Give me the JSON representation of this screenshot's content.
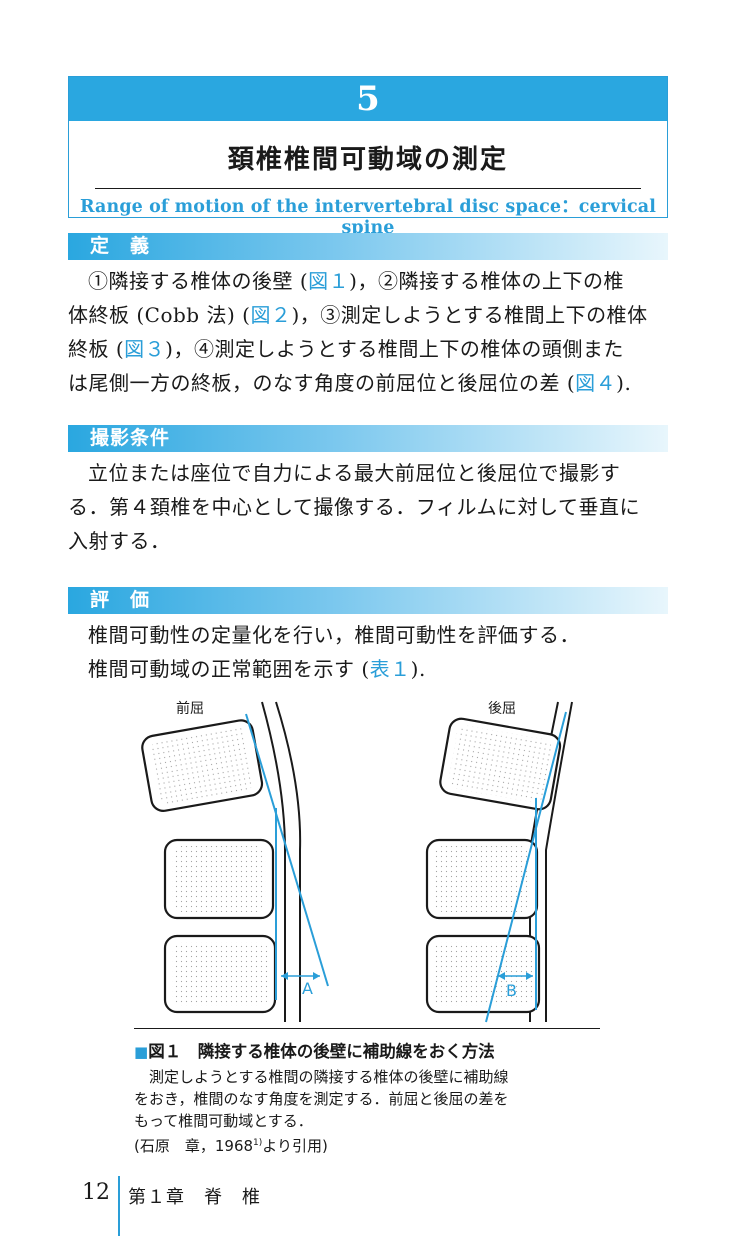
{
  "header": {
    "number": "5",
    "title_jp": "頚椎椎間可動域の測定",
    "title_en": "Range of motion of the intervertebral disc space：cervical spine"
  },
  "sections": {
    "definition": {
      "heading": "定　義",
      "lines": [
        [
          "①隣接する椎体の後壁 (",
          "図１",
          ")，②隣接する椎体の上下の椎"
        ],
        [
          "体終板 (Cobb 法) (",
          "図２",
          ")，③測定しようとする椎間上下の椎体"
        ],
        [
          "終板 (",
          "図３",
          ")，④測定しようとする椎間上下の椎体の頭側また"
        ],
        [
          "は尾側一方の終板，のなす角度の前屈位と後屈位の差 (",
          "図４",
          ")."
        ]
      ]
    },
    "conditions": {
      "heading": "撮影条件",
      "lines": [
        "立位または座位で自力による最大前屈位と後屈位で撮影す",
        "る．第４頚椎を中心として撮像する．フィルムに対して垂直に",
        "入射する．"
      ]
    },
    "evaluation": {
      "heading": "評　価",
      "line1": "椎間可動性の定量化を行い，椎間可動性を評価する．",
      "line2_pre": "椎間可動域の正常範囲を示す (",
      "line2_ref": "表１",
      "line2_post": ")."
    }
  },
  "figure": {
    "left_label": "前屈",
    "right_label": "後屈",
    "angle_a": "A",
    "angle_b": "B",
    "caption_marker": "■",
    "caption_title": "図１　隣接する椎体の後壁に補助線をおく方法",
    "caption_lines": [
      "測定しようとする椎間の隣接する椎体の後壁に補助線",
      "をおき，椎間のなす角度を測定する．前屈と後屈の差を",
      "もって椎間可動域とする．"
    ],
    "citation": "(石原　章，1968",
    "citation_sup": "1)",
    "citation_end": "より引用)"
  },
  "footer": {
    "page_number": "12",
    "chapter": "第１章　脊　椎"
  },
  "colors": {
    "accent": "#2aa7e0",
    "accent_text": "#2a9ed8"
  }
}
